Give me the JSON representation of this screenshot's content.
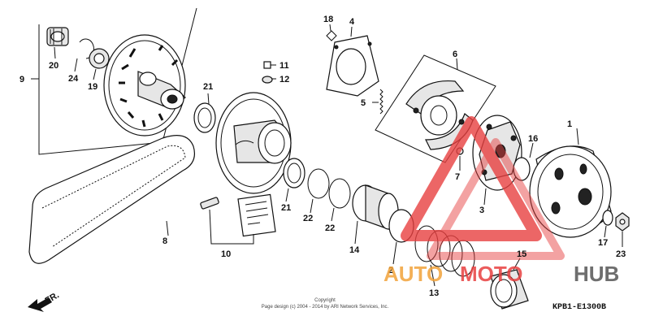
{
  "diagram": {
    "callouts": [
      "1",
      "2",
      "3",
      "4",
      "5",
      "6",
      "7",
      "8",
      "9",
      "10",
      "11",
      "12",
      "13",
      "14",
      "15",
      "16",
      "17",
      "18",
      "19",
      "20",
      "21",
      "21",
      "22",
      "22",
      "23",
      "24"
    ],
    "diagram_code": "KPB1-E1300B",
    "direction_label": "FR.",
    "copyright_line1": "Copyright",
    "copyright_line2": "Page design (c) 2004 - 2014 by ARI Network Services, Inc.",
    "watermark": {
      "part1": "AUTO",
      "part2": "MOTO",
      "part3": "HUB",
      "color_red": "#e84040",
      "color_orange": "#f2a33a",
      "color_gray": "#555555"
    }
  }
}
